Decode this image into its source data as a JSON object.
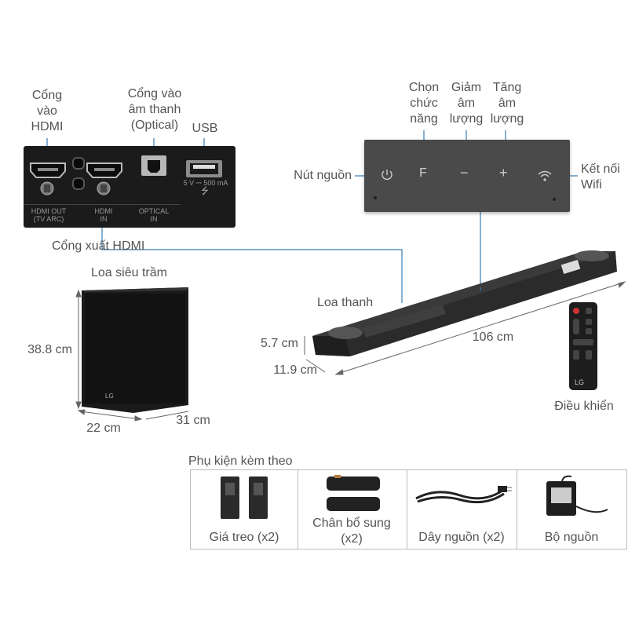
{
  "io_panel": {
    "hdmi_in": [
      "Cổng",
      "vào",
      "HDMI"
    ],
    "optical_in": [
      "Cổng vào",
      "âm thanh",
      "(Optical)"
    ],
    "usb": "USB",
    "usb_rating": "5 V ⎓ 500 mA",
    "hdmi_out": "Cổng xuất HDMI",
    "port_hdmi_out": [
      "HDMI OUT",
      "(TV ARC)"
    ],
    "port_hdmi_in": [
      "HDMI",
      "IN"
    ],
    "port_optical": [
      "OPTICAL",
      "IN"
    ]
  },
  "controls": {
    "function": [
      "Chọn",
      "chức",
      "năng"
    ],
    "vol_down": [
      "Giảm",
      "âm",
      "lượng"
    ],
    "vol_up": [
      "Tăng",
      "âm",
      "lượng"
    ],
    "power": "Nút nguồn",
    "wifi": [
      "Kết nối",
      "Wifi"
    ],
    "button_f": "F",
    "button_minus": "−",
    "button_plus": "+"
  },
  "soundbar": {
    "label": "Loa thanh",
    "height": "5.7 cm",
    "depth": "11.9 cm",
    "width": "106 cm"
  },
  "subwoofer": {
    "label": "Loa siêu trầm",
    "height": "38.8 cm",
    "width": "22 cm",
    "depth": "31 cm",
    "brand": "LG"
  },
  "remote": {
    "label": "Điều khiển",
    "brand": "LG"
  },
  "accessories": {
    "title": "Phụ kiện kèm theo",
    "items": [
      "Giá treo (x2)",
      "Chân bổ sung\n(x2)",
      "Dây nguồn (x2)",
      "Bộ nguồn"
    ],
    "item2_line1": "Chân bổ sung",
    "item2_line2": "(x2)"
  },
  "colors": {
    "line": "#3a7bb0",
    "panel_dark": "#1b1b1b",
    "panel_gray": "#4a4a4a",
    "device": "#2b2b2b"
  }
}
